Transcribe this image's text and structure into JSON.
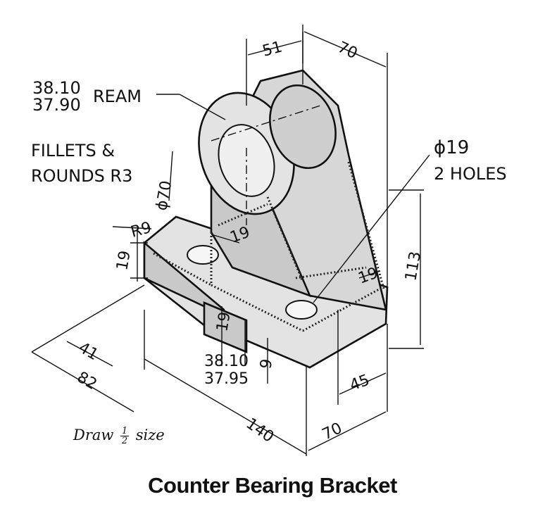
{
  "title": "Counter Bearing Bracket",
  "note": {
    "prefix": "Draw",
    "numerator": "1",
    "denominator": "2",
    "suffix": "size"
  },
  "callouts": {
    "ream_top": "38.10",
    "ream_bottom": "37.90",
    "ream_label": "REAM",
    "fillets_line1": "FILLETS &",
    "fillets_line2": "ROUNDS R3",
    "holes_dia": "ϕ19",
    "holes_count": "2 HOLES"
  },
  "dimensions": {
    "d51": "51",
    "d70_top": "70",
    "d70_dia": "ϕ70",
    "r9": "R9",
    "d19_left": "19",
    "d19_mid": "19",
    "d19_web": "19",
    "d19_right": "19",
    "d113": "113",
    "d41": "41",
    "d82": "82",
    "d38_10": "38.10",
    "d37_95": "37.95",
    "d9": "9",
    "d45": "45",
    "d140": "140",
    "d70_bottom": "70"
  },
  "colors": {
    "ink": "#111111",
    "shade": "#d7d7d7"
  }
}
